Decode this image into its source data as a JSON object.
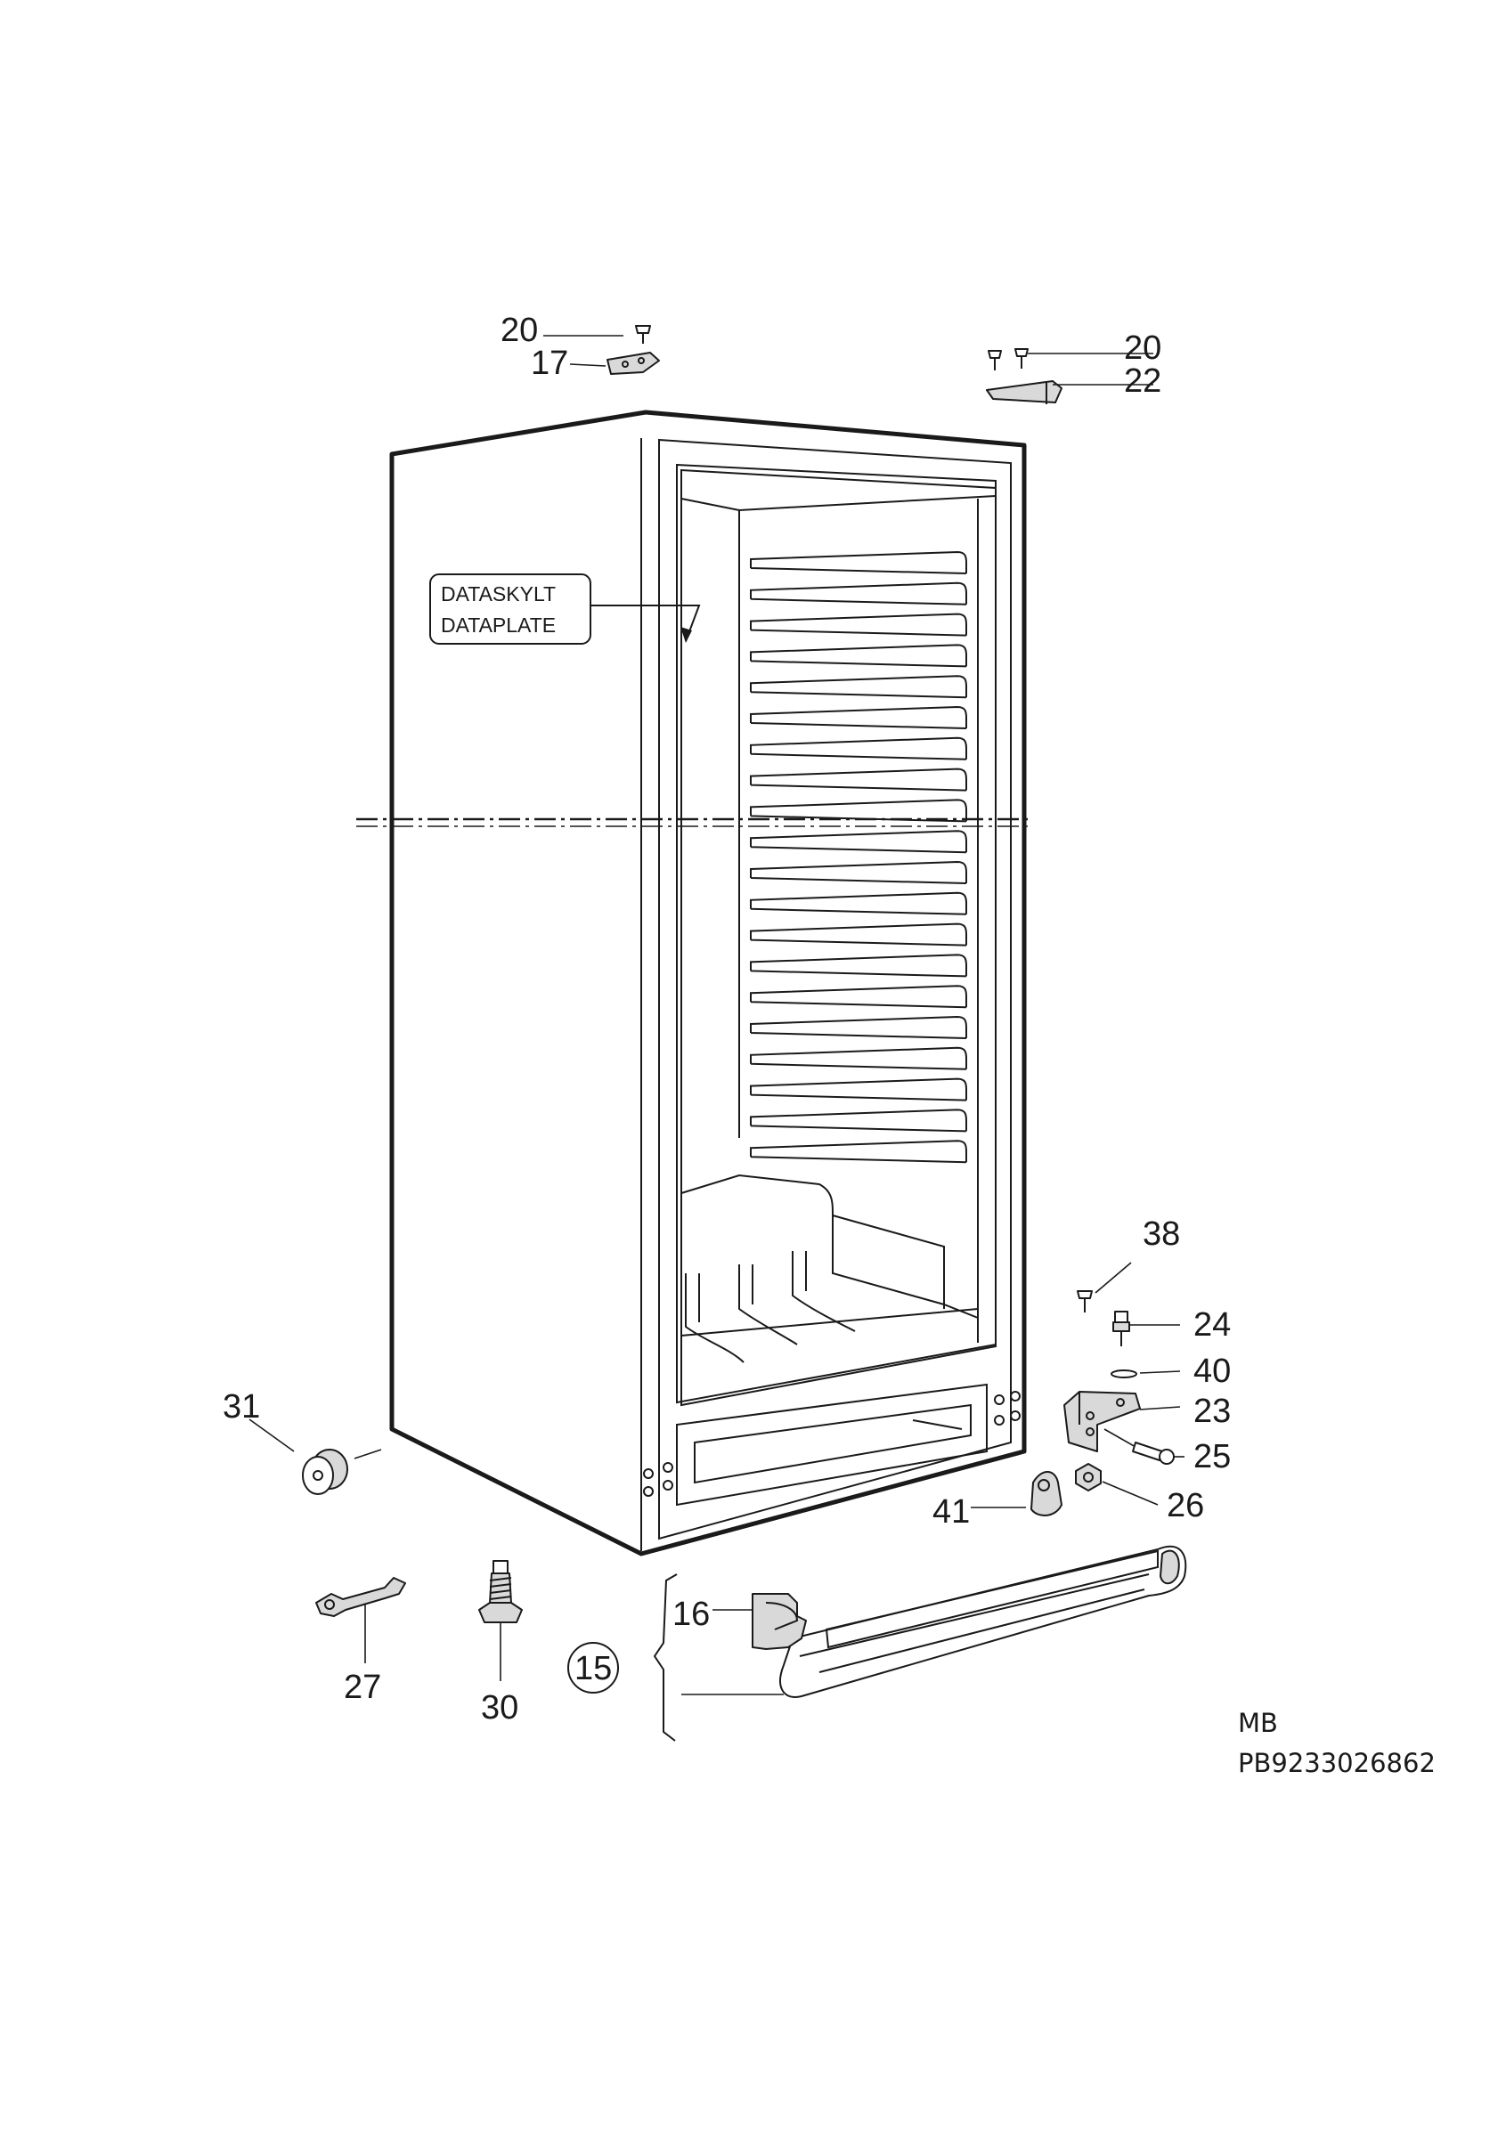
{
  "diagram": {
    "data_plate": {
      "line1": "DATASKYLT",
      "line2": "DATAPLATE"
    },
    "callouts": {
      "c20a": "20",
      "c17": "17",
      "c20b": "20",
      "c22": "22",
      "c38": "38",
      "c24": "24",
      "c40": "40",
      "c23": "23",
      "c25": "25",
      "c26": "26",
      "c31": "31",
      "c41": "41",
      "c16": "16",
      "c15": "15",
      "c27": "27",
      "c30": "30"
    },
    "footer": {
      "code": "MB",
      "part_number": "PB9233026862"
    }
  }
}
